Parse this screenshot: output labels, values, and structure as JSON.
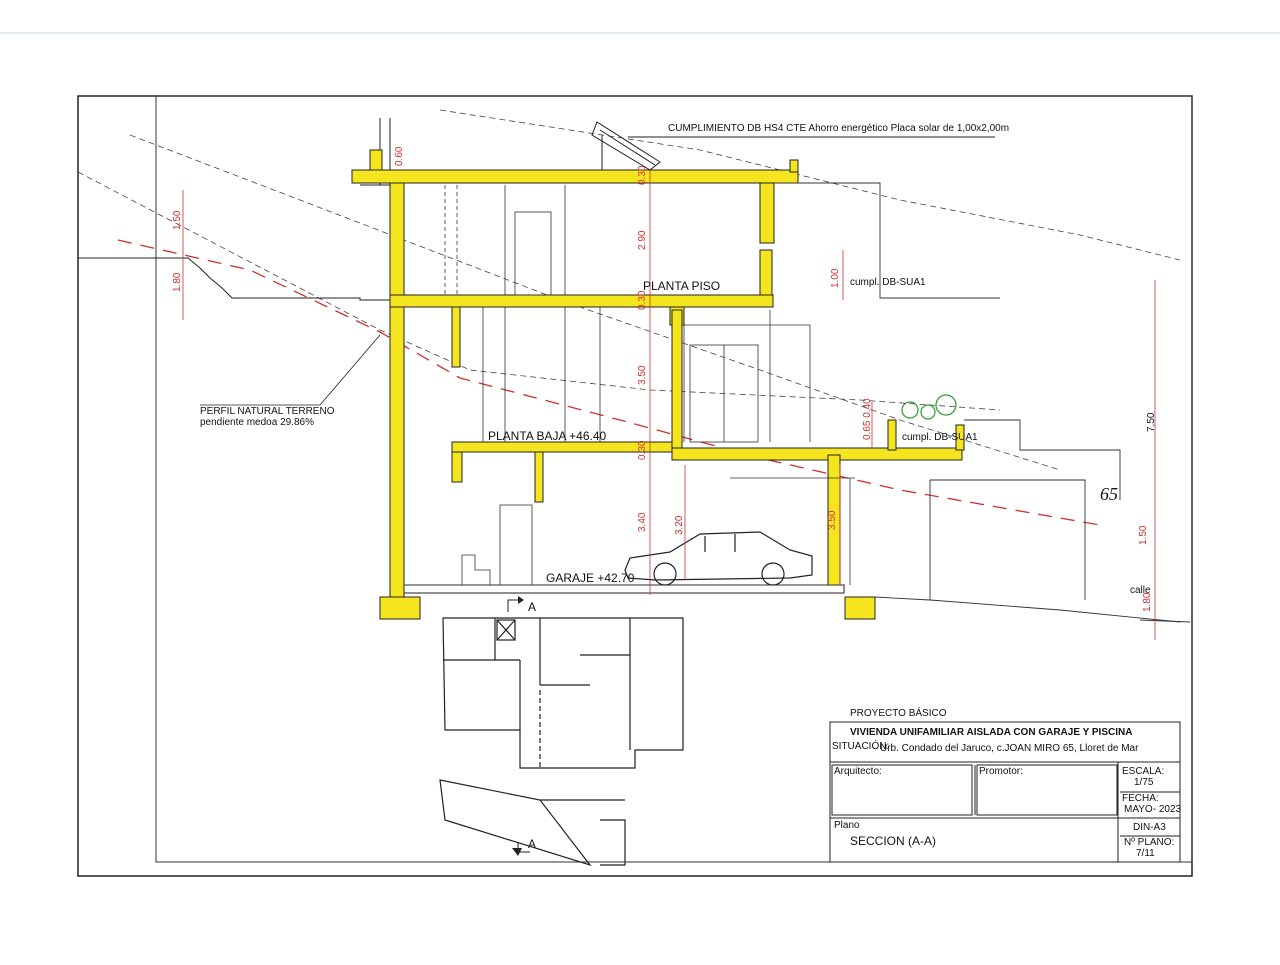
{
  "annotations": {
    "solar_note": "CUMPLIMIENTO DB HS4 CTE Ahorro energético Placa solar de 1,00x2,00m",
    "planta_piso": "PLANTA PISO",
    "planta_baja": "PLANTA BAJA +46.40",
    "garaje": "GARAJE +42.70",
    "terrain_title": "PERFIL NATURAL TERRENO",
    "terrain_slope": "pendiente medoa 29.86%",
    "cumpl_sua_upper": "cumpl. DB-SUA1",
    "cumpl_sua_lower": "cumpl. DB-SUA1",
    "calle": "calle",
    "number_65": "65",
    "section_mark_top": "A",
    "section_mark_bottom": "A"
  },
  "dimensions": {
    "d_060": "0.60",
    "d_030_a": "0.30",
    "d_290": "2.90",
    "d_030_b": "0.30",
    "d_350_a": "3.50",
    "d_030_c": "0.30",
    "d_340": "3.40",
    "d_320": "3.20",
    "d_350_b": "3.50",
    "d_150_left": "1.50",
    "d_180_left": "1.80",
    "d_100": "1.00",
    "d_065_040": "0.65 0.40",
    "d_750": "7.50",
    "d_150_right": "1.50",
    "d_180_right": "1.80"
  },
  "title_block": {
    "project_type": "PROYECTO BÁSICO",
    "project_name": "VIVIENDA UNIFAMILIAR AISLADA CON GARAJE Y PISCINA",
    "situacion_label": "SITUACIÓN:",
    "situacion_value": "Urb. Condado del Jaruco, c.JOAN MIRO 65, Lloret de Mar",
    "arquitecto_label": "Arquitecto:",
    "promotor_label": "Promotor:",
    "escala_label": "ESCALA:",
    "escala_value": "1/75",
    "fecha_label": "FECHA:",
    "fecha_value": "MAYO- 2023",
    "plano_label": "Plano",
    "plano_value": "SECCION (A-A)",
    "format": "DIN-A3",
    "nplano_label": "Nº PLANO:",
    "nplano_value": "7/11"
  },
  "colors": {
    "structure": "#f5e51f",
    "dimension": "#d0302a",
    "line": "#222222",
    "vegetation": "#2f9a2f"
  }
}
